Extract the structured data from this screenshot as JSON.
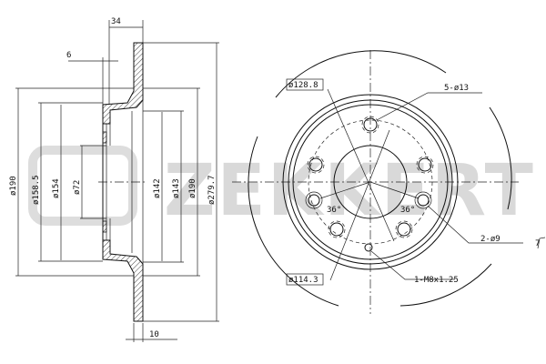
{
  "watermark": "ZEKKERT",
  "side_view": {
    "dims": {
      "width_total": "34",
      "hat_thickness": "6",
      "d_outer_hat_left": "ø190",
      "d_158_5": "ø158.5",
      "d_154": "ø154",
      "d_center_bore": "ø72",
      "d_142": "ø142",
      "d_143": "ø143",
      "d_outer_hat_right": "ø190",
      "d_disc": "ø279.7",
      "disc_thickness": "10"
    }
  },
  "front_view": {
    "labels": {
      "pcd_outer": "ø128.8",
      "bolt_holes": "5-ø13",
      "angle_left": "36°",
      "angle_right": "36°",
      "pin_holes": "2-ø9",
      "pcd": "ø114.3",
      "thread_hole": "1-M8x1.25",
      "section_mark": "7"
    }
  }
}
